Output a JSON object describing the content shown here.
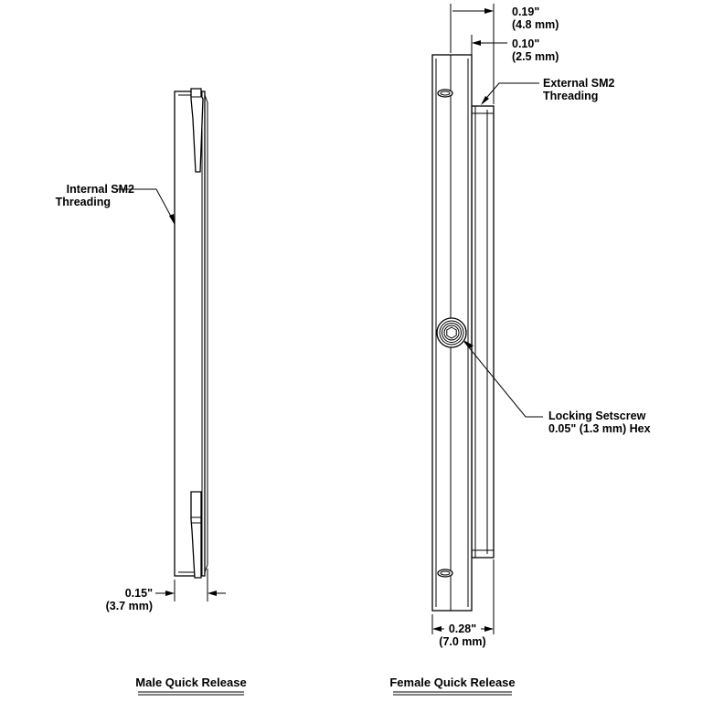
{
  "male": {
    "caption": "Male Quick Release",
    "callout_internal_line1": "Internal SM2",
    "callout_internal_line2": "Threading",
    "dim_width_in": "0.15\"",
    "dim_width_mm": "(3.7 mm)"
  },
  "female": {
    "caption": "Female Quick Release",
    "dim_top_in": "0.19\"",
    "dim_top_mm": "(4.8 mm)",
    "dim_step_in": "0.10\"",
    "dim_step_mm": "(2.5 mm)",
    "callout_external_line1": "External SM2",
    "callout_external_line2": "Threading",
    "callout_setscrew_line1": "Locking Setscrew",
    "callout_setscrew_line2": "0.05\" (1.3 mm) Hex",
    "dim_width_in": "0.28\"",
    "dim_width_mm": "(7.0 mm)"
  }
}
